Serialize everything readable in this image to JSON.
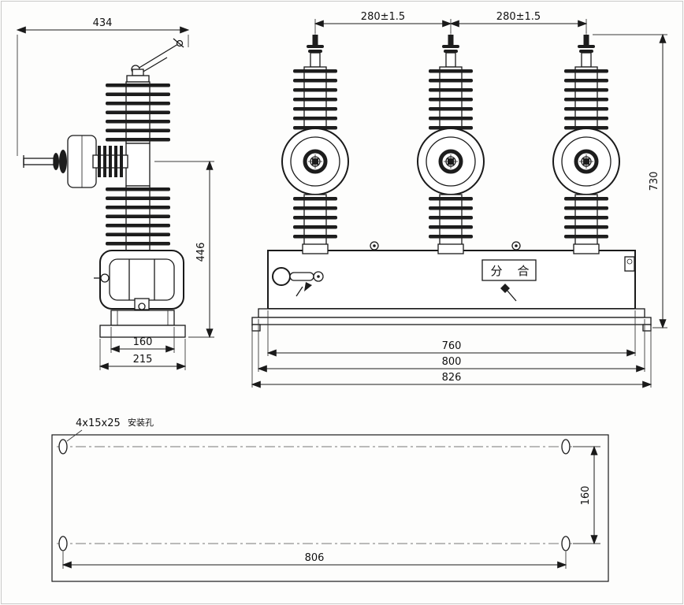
{
  "drawing": {
    "side_view": {
      "dim_overall_width": "434",
      "dim_height": "446",
      "dim_base_width_inner": "160",
      "dim_base_width_outer": "215"
    },
    "front_view": {
      "dim_phase_spacing_left": "280±1.5",
      "dim_phase_spacing_right": "280±1.5",
      "dim_overall_height": "730",
      "dim_frame_width": "760",
      "dim_flange_width": "800",
      "dim_overall_width": "826",
      "indicator_open": "分",
      "indicator_close": "合"
    },
    "mounting_plan": {
      "holes_label": "4x15x25",
      "holes_label_suffix": "安装孔",
      "dim_hole_spacing_x": "806",
      "dim_hole_spacing_y": "160"
    }
  }
}
